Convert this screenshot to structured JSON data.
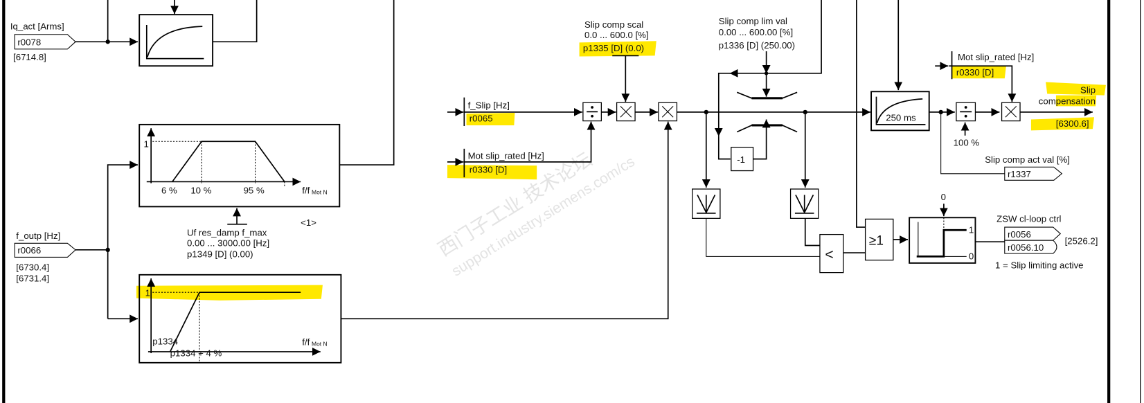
{
  "inputs": {
    "iq_act": {
      "label": "Iq_act [Arms]",
      "param": "r0078",
      "ref": "[6714.8]"
    },
    "f_outp": {
      "label": "f_outp [Hz]",
      "param": "r0066",
      "ref1": "[6730.4]",
      "ref2": "[6731.4]"
    },
    "f_slip": {
      "label": "f_Slip [Hz]",
      "param": "r0065"
    },
    "mot_slip_rated": {
      "label": "Mot slip_rated [Hz]",
      "param": "r0330 [D]"
    },
    "mot_slip_rated_2": {
      "label": "Mot slip_rated [Hz]",
      "param": "r0330 [D]"
    }
  },
  "trapezoid_chart": {
    "y_label": "1",
    "ticks": [
      "6 %",
      "10 %",
      "95 %"
    ],
    "x_label": "f/f",
    "x_sub": "Mot N"
  },
  "ramp_chart": {
    "y_label": "1",
    "tick1": "p1334",
    "tick2": "p1334 + 4 %",
    "x_label": "f/f",
    "x_sub": "Mot N"
  },
  "uf_res_damp": {
    "line1": "Uf res_damp f_max",
    "line2": "0.00 ... 3000.00  [Hz]",
    "line3": "p1349 [D] (0.00)",
    "note": "<1>"
  },
  "slip_comp_scal": {
    "line1": "Slip comp scal",
    "line2": "0.0 ... 600.0  [%]",
    "line3": "p1335 [D] (0.0)"
  },
  "slip_comp_lim": {
    "line1": "Slip comp lim val",
    "line2": "0.00 ... 600.00  [%]",
    "line3": "p1336 [D] (250.00)"
  },
  "blocks": {
    "neg": "-1",
    "filter": "250 ms",
    "percent": "100 %",
    "compare": "<",
    "or": "≥1",
    "step_top": "0",
    "step_hi": "1",
    "step_lo": "0"
  },
  "outputs": {
    "slip_comp": {
      "line1": "Slip",
      "line2": "compensation",
      "ref": "[6300.6]"
    },
    "act_val": {
      "label": "Slip comp act val [%]",
      "param": "r1337"
    },
    "zsw": {
      "label": "ZSW cl-loop ctrl",
      "param1": "r0056",
      "param2": "r0056.10",
      "ref": "[2526.2]",
      "note": "1 = Slip limiting active"
    }
  },
  "watermark": {
    "line1": "西门子工业  技术论坛",
    "line2": "support.industry.siemens.com/cs"
  },
  "colors": {
    "highlight": "#ffe800",
    "line": "#000000"
  }
}
